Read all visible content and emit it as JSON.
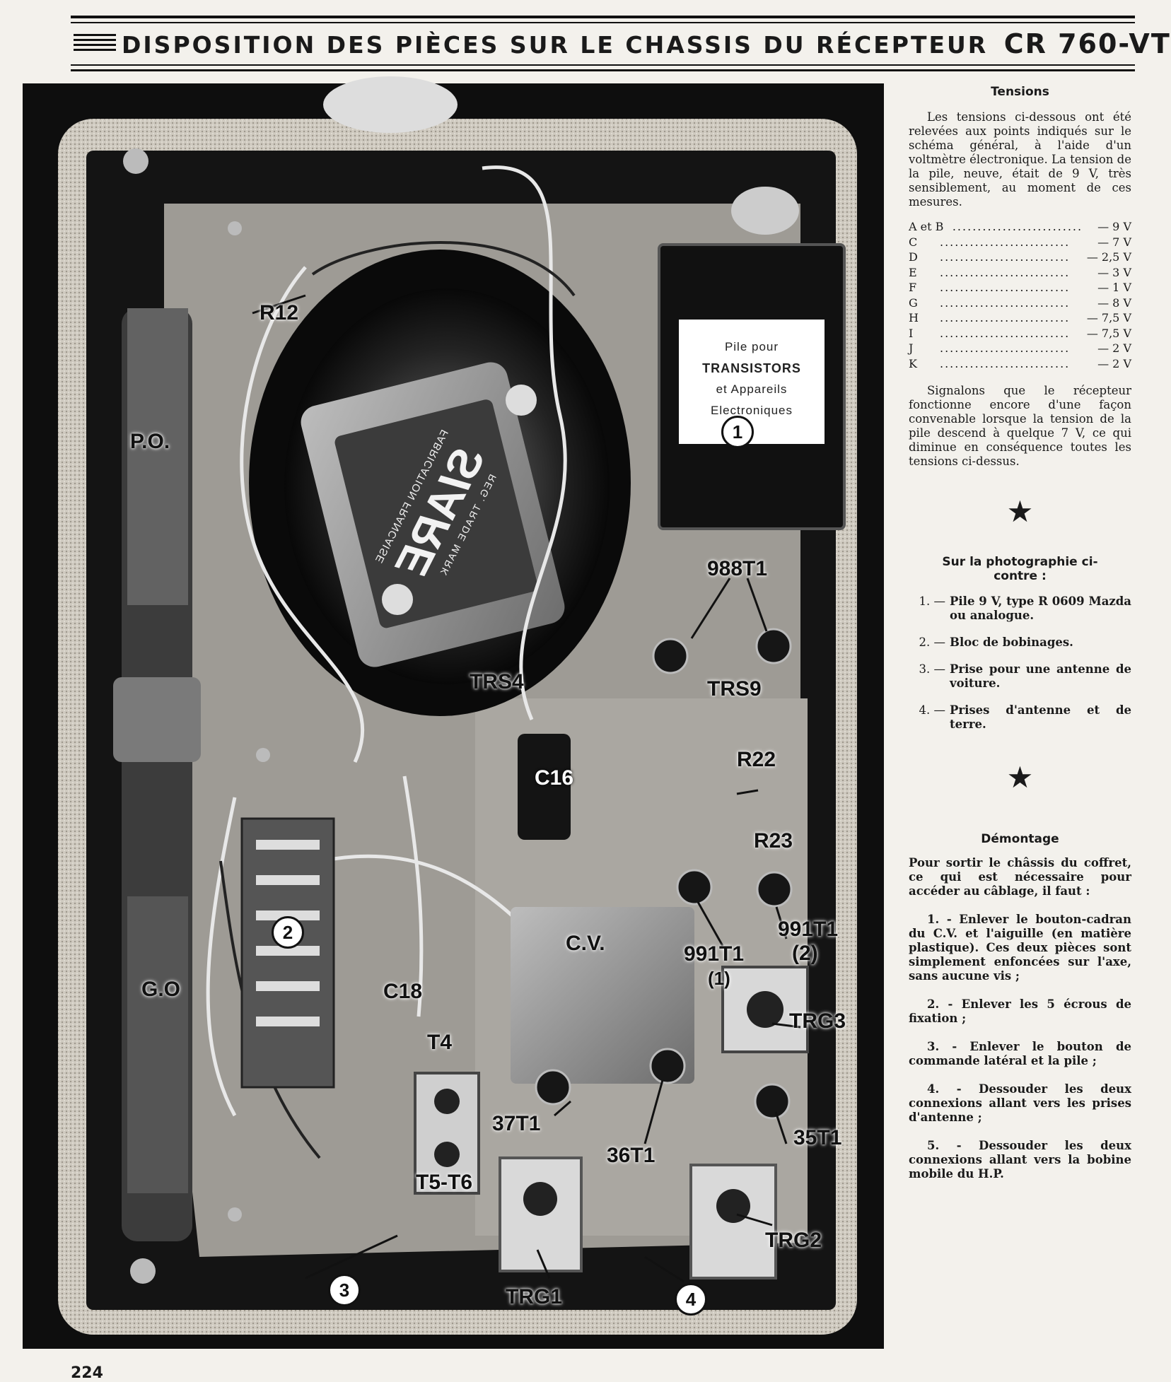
{
  "header": {
    "title": "DISPOSITION DES PIÈCES SUR LE CHASSIS DU RÉCEPTEUR",
    "model": "CR 760-VT"
  },
  "photo": {
    "labels": {
      "r12": "R12",
      "po": "P.O.",
      "go": "G.O",
      "trs4": "TRS4",
      "trs9": "TRS9",
      "c16": "C16",
      "r22": "R22",
      "r23": "R23",
      "t988": "988T1",
      "t991a": "991T1",
      "t991a_sub": "(1)",
      "t991b": "991T1",
      "t991b_sub": "(2)",
      "cv": "C.V.",
      "c18": "C18",
      "t4": "T4",
      "t56": "T5-T6",
      "t37": "37T1",
      "t36": "36T1",
      "t35": "35T1",
      "trg1": "TRG1",
      "trg2": "TRG2",
      "trg3": "TRG3",
      "n1": "1",
      "n2": "2",
      "n3": "3",
      "n4": "4"
    },
    "battery_label": [
      "Pile pour",
      "TRANSISTORS",
      "et Appareils",
      "Electroniques"
    ],
    "siare": {
      "brand": "SIARE",
      "sub1": "REG. TRADE MARK",
      "sub2": "FABRICATION FRANCAISE"
    }
  },
  "sidebar": {
    "tensions_title": "Tensions",
    "tensions_intro": "Les tensions ci-dessous ont été relevées aux points indiqués sur le schéma général, à l'aide d'un voltmètre électronique. La tension de la pile, neuve, était de 9 V, très sensiblement, au moment de ces mesures.",
    "voltages": [
      {
        "k": "A et B",
        "v": "— 9  V"
      },
      {
        "k": "C",
        "v": "— 7  V"
      },
      {
        "k": "D",
        "v": "— 2,5 V"
      },
      {
        "k": "E",
        "v": "— 3  V"
      },
      {
        "k": "F",
        "v": "— 1  V"
      },
      {
        "k": "G",
        "v": "— 8  V"
      },
      {
        "k": "H",
        "v": "— 7,5 V"
      },
      {
        "k": "I",
        "v": "— 7,5 V"
      },
      {
        "k": "J",
        "v": "— 2  V"
      },
      {
        "k": "K",
        "v": "— 2  V"
      }
    ],
    "tensions_note": "Signalons que le récepteur fonctionne encore d'une façon convenable lorsque la tension de la pile descend à quelque 7 V, ce qui diminue en conséquence toutes les tensions ci-dessus.",
    "star": "★",
    "photo_title": "Sur la photographie ci-contre :",
    "photo_items": [
      {
        "n": "1. —",
        "t": "Pile 9 V, type R 0609 Mazda ou analogue."
      },
      {
        "n": "2. —",
        "t": "Bloc de bobinages."
      },
      {
        "n": "3. —",
        "t": "Prise pour une antenne de voiture."
      },
      {
        "n": "4. —",
        "t": "Prises d'antenne et de terre."
      }
    ],
    "demontage_title": "Démontage",
    "demontage_intro": "Pour sortir le châssis du coffret, ce qui est nécessaire pour accéder au câblage, il faut :",
    "demontage_steps": [
      "1. - Enlever le bouton-cadran du C.V. et l'aiguille (en matière plastique). Ces deux pièces sont simplement enfoncées sur l'axe, sans aucune vis ;",
      "2. - Enlever les 5 écrous de fixation ;",
      "3. - Enlever le bouton de commande latéral et la pile ;",
      "4. - Dessouder les deux connexions allant vers les prises d'antenne ;",
      "5. - Dessouder les deux connexions allant vers la bobine mobile du H.P."
    ]
  },
  "footer": {
    "page_number": "224"
  }
}
